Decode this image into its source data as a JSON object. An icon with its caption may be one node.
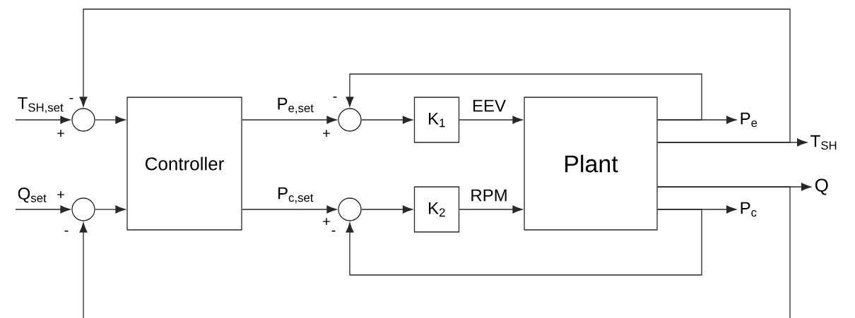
{
  "diagram": {
    "nodes": [
      {
        "text": [
          "T$_{SH,set}$"
        ]
      },
      {
        "text": [
          "Q$_{set}$"
        ]
      },
      {
        "text": [],
        "shape": "circle"
      },
      {
        "text": [],
        "shape": "circle"
      },
      {
        "text": [
          "Controller"
        ]
      },
      {
        "text": [],
        "shape": "circle"
      },
      {
        "text": [],
        "shape": "circle"
      },
      {
        "text": [
          "K$_{1}$"
        ]
      },
      {
        "text": [
          "K$_{2}$"
        ]
      },
      {
        "text": [
          "Plant"
        ]
      },
      {
        "text": [
          "P$_{e}$"
        ]
      },
      {
        "text": [
          "T$_{SH}$"
        ]
      },
      {
        "text": [
          "Q"
        ]
      },
      {
        "text": [
          "P$_{c}$"
        ]
      }
    ],
    "edges": [
      {
        "from": 0,
        "to": 2,
        "arrow": "to"
      },
      {
        "from": 1,
        "to": 3,
        "arrow": "to"
      },
      {
        "from": 2,
        "to": 4,
        "arrow": "to"
      },
      {
        "from": 3,
        "to": 4,
        "arrow": "to"
      },
      {
        "from": 4,
        "to": 5,
        "arrow": "to",
        "label": "P$_{e,set}$"
      },
      {
        "from": 4,
        "to": 6,
        "arrow": "to",
        "label": "P$_{c,set}$"
      },
      {
        "from": 5,
        "to": 7,
        "arrow": "to"
      },
      {
        "from": 6,
        "to": 8,
        "arrow": "to"
      },
      {
        "from": 7,
        "to": 9,
        "arrow": "to",
        "label": "EEV"
      },
      {
        "from": 8,
        "to": 9,
        "arrow": "to",
        "label": "RPM"
      },
      {
        "from": 9,
        "to": 10,
        "arrow": "to"
      },
      {
        "from": 9,
        "to": 11,
        "arrow": "to"
      },
      {
        "from": 9,
        "to": 12,
        "arrow": "to"
      },
      {
        "from": 9,
        "to": 13,
        "arrow": "to"
      },
      {
        "from": 9,
        "to": 5,
        "arrow": "to"
      },
      {
        "from": 9,
        "to": 6,
        "arrow": "to"
      },
      {
        "from": 9,
        "to": 2,
        "arrow": "to"
      },
      {
        "from": 9,
        "to": 3,
        "arrow": "to"
      }
    ],
    "labels": [
      "-",
      "+",
      "+",
      "-",
      "-",
      "+",
      "+",
      "-"
    ]
  }
}
